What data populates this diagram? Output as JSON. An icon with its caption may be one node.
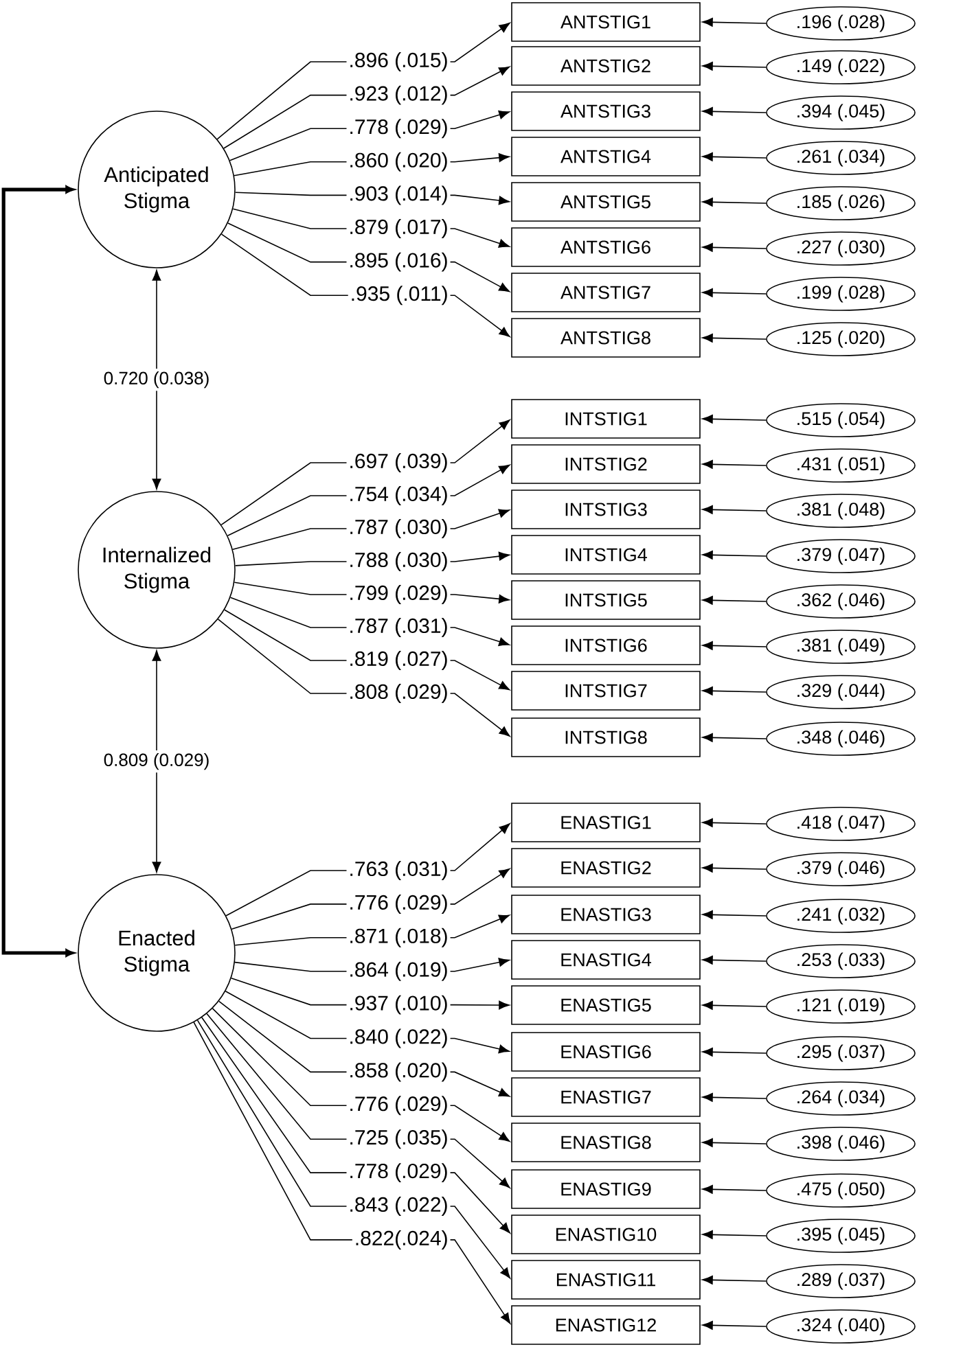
{
  "diagram": {
    "nodes": [
      {
        "text": [
          "Anticipated Stigma"
        ]
      },
      {
        "text": [
          "Internalized Stigma"
        ]
      },
      {
        "text": [
          "Enacted Stigma"
        ]
      },
      {
        "text": [
          "ANTSTIG1"
        ]
      },
      {
        "text": [
          ".196 (.028)"
        ]
      },
      {
        "text": [
          "ANTSTIG2"
        ]
      },
      {
        "text": [
          ".149 (.022)"
        ]
      },
      {
        "text": [
          "ANTSTIG3"
        ]
      },
      {
        "text": [
          ".394 (.045)"
        ]
      },
      {
        "text": [
          "ANTSTIG4"
        ]
      },
      {
        "text": [
          ".261 (.034)"
        ]
      },
      {
        "text": [
          "ANTSTIG5"
        ]
      },
      {
        "text": [
          ".185 (.026)"
        ]
      },
      {
        "text": [
          "ANTSTIG6"
        ]
      },
      {
        "text": [
          ".227 (.030)"
        ]
      },
      {
        "text": [
          "ANTSTIG7"
        ]
      },
      {
        "text": [
          ".199 (.028)"
        ]
      },
      {
        "text": [
          "ANTSTIG8"
        ]
      },
      {
        "text": [
          ".125 (.020)"
        ]
      },
      {
        "text": [
          "INTSTIG1"
        ]
      },
      {
        "text": [
          ".515 (.054)"
        ]
      },
      {
        "text": [
          "INTSTIG2"
        ]
      },
      {
        "text": [
          ".431 (.051)"
        ]
      },
      {
        "text": [
          "INTSTIG3"
        ]
      },
      {
        "text": [
          ".381 (.048)"
        ]
      },
      {
        "text": [
          "INTSTIG4"
        ]
      },
      {
        "text": [
          ".379 (.047)"
        ]
      },
      {
        "text": [
          "INTSTIG5"
        ]
      },
      {
        "text": [
          ".362 (.046)"
        ]
      },
      {
        "text": [
          "INTSTIG6"
        ]
      },
      {
        "text": [
          ".381 (.049)"
        ]
      },
      {
        "text": [
          "INTSTIG7"
        ]
      },
      {
        "text": [
          ".329 (.044)"
        ]
      },
      {
        "text": [
          "INTSTIG8"
        ]
      },
      {
        "text": [
          ".348 (.046)"
        ]
      },
      {
        "text": [
          "ENASTIG1"
        ]
      },
      {
        "text": [
          ".418 (.047)"
        ]
      },
      {
        "text": [
          "ENASTIG2"
        ]
      },
      {
        "text": [
          ".379 (.046)"
        ]
      },
      {
        "text": [
          "ENASTIG3"
        ]
      },
      {
        "text": [
          ".241 (.032)"
        ]
      },
      {
        "text": [
          "ENASTIG4"
        ]
      },
      {
        "text": [
          ".253 (.033)"
        ]
      },
      {
        "text": [
          "ENASTIG5"
        ]
      },
      {
        "text": [
          ".121 (.019)"
        ]
      },
      {
        "text": [
          "ENASTIG6"
        ]
      },
      {
        "text": [
          ".295 (.037)"
        ]
      },
      {
        "text": [
          "ENASTIG7"
        ]
      },
      {
        "text": [
          ".264 (.034)"
        ]
      },
      {
        "text": [
          "ENASTIG8"
        ]
      },
      {
        "text": [
          ".398 (.046)"
        ]
      },
      {
        "text": [
          "ENASTIG9"
        ]
      },
      {
        "text": [
          ".475 (.050)"
        ]
      },
      {
        "text": [
          "ENASTIG10"
        ]
      },
      {
        "text": [
          ".395 (.045)"
        ]
      },
      {
        "text": [
          "ENASTIG11"
        ]
      },
      {
        "text": [
          ".289 (.037)"
        ]
      },
      {
        "text": [
          "ENASTIG12"
        ]
      },
      {
        "text": [
          ".324 (.040)"
        ]
      }
    ],
    "edges": [
      {
        "from": 0,
        "to": 3,
        "arrow": "to",
        "label": ".896 (.015)"
      },
      {
        "from": 0,
        "to": 5,
        "arrow": "to",
        "label": ".923 (.012)"
      },
      {
        "from": 0,
        "to": 7,
        "arrow": "to",
        "label": ".778 (.029)"
      },
      {
        "from": 0,
        "to": 9,
        "arrow": "to",
        "label": ".860 (.020)"
      },
      {
        "from": 0,
        "to": 11,
        "arrow": "to",
        "label": ".903 (.014)"
      },
      {
        "from": 0,
        "to": 13,
        "arrow": "to",
        "label": ".879 (.017)"
      },
      {
        "from": 0,
        "to": 15,
        "arrow": "to",
        "label": ".895 (.016)"
      },
      {
        "from": 0,
        "to": 17,
        "arrow": "to",
        "label": ".935 (.011)"
      },
      {
        "from": 1,
        "to": 19,
        "arrow": "to",
        "label": ".697 (.039)"
      },
      {
        "from": 1,
        "to": 21,
        "arrow": "to",
        "label": ".754 (.034)"
      },
      {
        "from": 1,
        "to": 23,
        "arrow": "to",
        "label": ".787 (.030)"
      },
      {
        "from": 1,
        "to": 25,
        "arrow": "to",
        "label": ".788 (.030)"
      },
      {
        "from": 1,
        "to": 27,
        "arrow": "to",
        "label": ".799 (.029)"
      },
      {
        "from": 1,
        "to": 29,
        "arrow": "to",
        "label": ".787 (.031)"
      },
      {
        "from": 1,
        "to": 31,
        "arrow": "to",
        "label": ".819 (.027)"
      },
      {
        "from": 1,
        "to": 33,
        "arrow": "to",
        "label": ".808 (.029)"
      },
      {
        "from": 2,
        "to": 35,
        "arrow": "to",
        "label": ".763 (.031)"
      },
      {
        "from": 2,
        "to": 37,
        "arrow": "to",
        "label": ".776 (.029)"
      },
      {
        "from": 2,
        "to": 39,
        "arrow": "to",
        "label": ".871 (.018)"
      },
      {
        "from": 2,
        "to": 41,
        "arrow": "to",
        "label": ".864 (.019)"
      },
      {
        "from": 2,
        "to": 43,
        "arrow": "to",
        "label": ".937 (.010)"
      },
      {
        "from": 2,
        "to": 45,
        "arrow": "to",
        "label": ".840 (.022)"
      },
      {
        "from": 2,
        "to": 47,
        "arrow": "to",
        "label": ".858 (.020)"
      },
      {
        "from": 2,
        "to": 49,
        "arrow": "to",
        "label": ".776 (.029)"
      },
      {
        "from": 2,
        "to": 51,
        "arrow": "to",
        "label": ".725 (.035)"
      },
      {
        "from": 2,
        "to": 53,
        "arrow": "to",
        "label": ".778 (.029)"
      },
      {
        "from": 2,
        "to": 55,
        "arrow": "to",
        "label": ".843 (.022)"
      },
      {
        "from": 2,
        "to": 57,
        "arrow": "to",
        "label": ".822(.024)"
      },
      {
        "from": 4,
        "to": 3,
        "arrow": "to"
      },
      {
        "from": 6,
        "to": 5,
        "arrow": "to"
      },
      {
        "from": 8,
        "to": 7,
        "arrow": "to"
      },
      {
        "from": 10,
        "to": 9,
        "arrow": "to"
      },
      {
        "from": 12,
        "to": 11,
        "arrow": "to"
      },
      {
        "from": 14,
        "to": 13,
        "arrow": "to"
      },
      {
        "from": 16,
        "to": 15,
        "arrow": "to"
      },
      {
        "from": 18,
        "to": 17,
        "arrow": "to"
      },
      {
        "from": 20,
        "to": 19,
        "arrow": "to"
      },
      {
        "from": 22,
        "to": 21,
        "arrow": "to"
      },
      {
        "from": 24,
        "to": 23,
        "arrow": "to"
      },
      {
        "from": 26,
        "to": 25,
        "arrow": "to"
      },
      {
        "from": 28,
        "to": 27,
        "arrow": "to"
      },
      {
        "from": 30,
        "to": 29,
        "arrow": "to"
      },
      {
        "from": 32,
        "to": 31,
        "arrow": "to"
      },
      {
        "from": 34,
        "to": 33,
        "arrow": "to"
      },
      {
        "from": 36,
        "to": 35,
        "arrow": "to"
      },
      {
        "from": 38,
        "to": 37,
        "arrow": "to"
      },
      {
        "from": 40,
        "to": 39,
        "arrow": "to"
      },
      {
        "from": 42,
        "to": 41,
        "arrow": "to"
      },
      {
        "from": 44,
        "to": 43,
        "arrow": "to"
      },
      {
        "from": 46,
        "to": 45,
        "arrow": "to"
      },
      {
        "from": 48,
        "to": 47,
        "arrow": "to"
      },
      {
        "from": 50,
        "to": 49,
        "arrow": "to"
      },
      {
        "from": 52,
        "to": 51,
        "arrow": "to"
      },
      {
        "from": 54,
        "to": 53,
        "arrow": "to"
      },
      {
        "from": 56,
        "to": 55,
        "arrow": "to"
      },
      {
        "from": 58,
        "to": 57,
        "arrow": "to"
      },
      {
        "from": 0,
        "to": 1,
        "arrow": "both",
        "label": "0.720 (0.038)"
      },
      {
        "from": 1,
        "to": 2,
        "arrow": "both",
        "label": "0.809 (0.029)"
      },
      {
        "from": 0,
        "to": 2,
        "arrow": "both",
        "style": "thick"
      }
    ]
  }
}
